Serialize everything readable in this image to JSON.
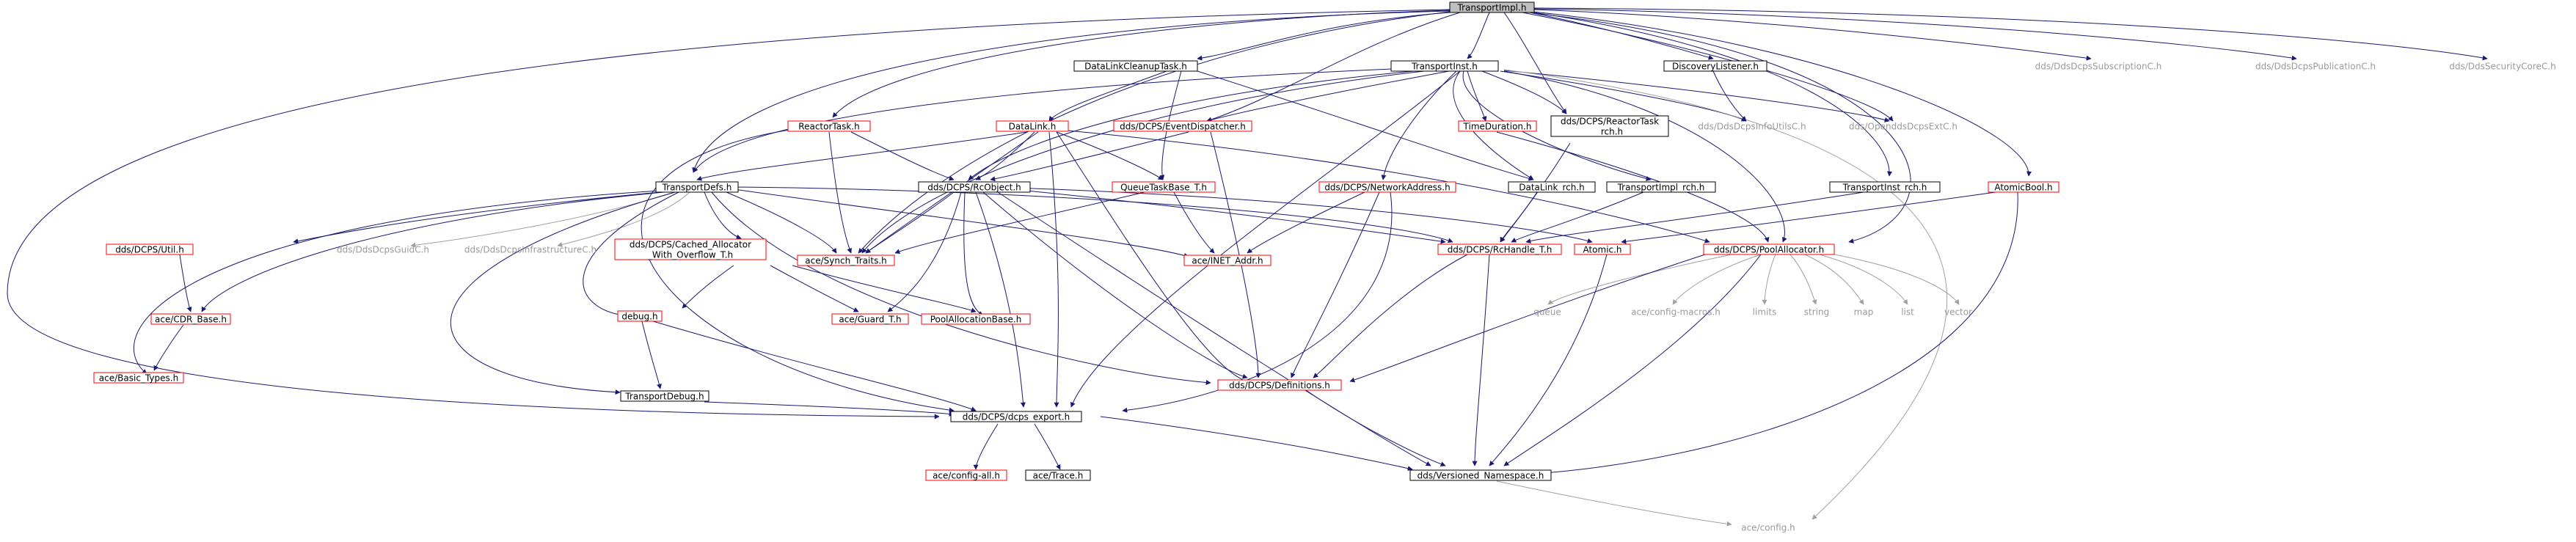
{
  "colors": {
    "root_fill": "#bfbfbf",
    "documented_border": "#000000",
    "incomplete_border": "#ff0000",
    "external_text": "#9a9a9a",
    "edge": "#191970",
    "edge_muted": "#a0a0a0"
  },
  "nodes": [
    {
      "id": "n_root",
      "label": "TransportImpl.h",
      "kind": "root"
    },
    {
      "id": "n_dlct",
      "label": "DataLinkCleanupTask.h",
      "kind": "black"
    },
    {
      "id": "n_tinst",
      "label": "TransportInst.h",
      "kind": "black"
    },
    {
      "id": "n_disc",
      "label": "DiscoveryListener.h",
      "kind": "black"
    },
    {
      "id": "n_subc",
      "label": "dds/DdsDcpsSubscriptionC.h",
      "kind": "gray"
    },
    {
      "id": "n_pubc",
      "label": "dds/DdsDcpsPublicationC.h",
      "kind": "gray"
    },
    {
      "id": "n_secc",
      "label": "dds/DdsSecurityCoreC.h",
      "kind": "gray"
    },
    {
      "id": "n_reactask",
      "label": "ReactorTask.h",
      "kind": "red"
    },
    {
      "id": "n_datalink",
      "label": "DataLink.h",
      "kind": "red"
    },
    {
      "id": "n_evdisp",
      "label": "dds/DCPS/EventDispatcher.h",
      "kind": "red"
    },
    {
      "id": "n_timedur",
      "label": "TimeDuration.h",
      "kind": "red"
    },
    {
      "id": "n_reactrch1",
      "label": "dds/DCPS/ReactorTask",
      "kind": "black"
    },
    {
      "id": "n_reactrch2",
      "label": "_rch.h",
      "kind": "black"
    },
    {
      "id": "n_infoutils",
      "label": "dds/DdsDcpsInfoUtilsC.h",
      "kind": "gray"
    },
    {
      "id": "n_opendds",
      "label": "dds/OpenddsDcpsExtC.h",
      "kind": "gray"
    },
    {
      "id": "n_tdefs",
      "label": "TransportDefs.h",
      "kind": "black"
    },
    {
      "id": "n_rcobj",
      "label": "dds/DCPS/RcObject.h",
      "kind": "black"
    },
    {
      "id": "n_qtask",
      "label": "QueueTaskBase_T.h",
      "kind": "red"
    },
    {
      "id": "n_netaddr",
      "label": "dds/DCPS/NetworkAddress.h",
      "kind": "red"
    },
    {
      "id": "n_dlrch",
      "label": "DataLink_rch.h",
      "kind": "black"
    },
    {
      "id": "n_tirch",
      "label": "TransportImpl_rch.h",
      "kind": "black"
    },
    {
      "id": "n_tinrch",
      "label": "TransportInst_rch.h",
      "kind": "black"
    },
    {
      "id": "n_atomicb",
      "label": "AtomicBool.h",
      "kind": "red"
    },
    {
      "id": "n_util",
      "label": "dds/DCPS/Util.h",
      "kind": "red"
    },
    {
      "id": "n_guidc",
      "label": "dds/DdsDcpsGuidC.h",
      "kind": "gray"
    },
    {
      "id": "n_infrac",
      "label": "dds/DdsDcpsInfrastructureC.h",
      "kind": "gray"
    },
    {
      "id": "n_cached1",
      "label": "dds/DCPS/Cached_Allocator",
      "kind": "red"
    },
    {
      "id": "n_cached2",
      "label": "_With_Overflow_T.h",
      "kind": "red"
    },
    {
      "id": "n_synch",
      "label": "ace/Synch_Traits.h",
      "kind": "red"
    },
    {
      "id": "n_inet",
      "label": "ace/INET_Addr.h",
      "kind": "red"
    },
    {
      "id": "n_rchandle",
      "label": "dds/DCPS/RcHandle_T.h",
      "kind": "red"
    },
    {
      "id": "n_atomic",
      "label": "Atomic.h",
      "kind": "red"
    },
    {
      "id": "n_poolalloc",
      "label": "dds/DCPS/PoolAllocator.h",
      "kind": "red"
    },
    {
      "id": "n_cdr",
      "label": "ace/CDR_Base.h",
      "kind": "red"
    },
    {
      "id": "n_debug",
      "label": "debug.h",
      "kind": "red"
    },
    {
      "id": "n_guard",
      "label": "ace/Guard_T.h",
      "kind": "red"
    },
    {
      "id": "n_poolbase",
      "label": "PoolAllocationBase.h",
      "kind": "red"
    },
    {
      "id": "n_defs",
      "label": "dds/DCPS/Definitions.h",
      "kind": "red"
    },
    {
      "id": "n_queue",
      "label": "queue",
      "kind": "gray"
    },
    {
      "id": "n_acecfgm",
      "label": "ace/config-macros.h",
      "kind": "gray"
    },
    {
      "id": "n_limits",
      "label": "limits",
      "kind": "gray"
    },
    {
      "id": "n_string",
      "label": "string",
      "kind": "gray"
    },
    {
      "id": "n_map",
      "label": "map",
      "kind": "gray"
    },
    {
      "id": "n_list",
      "label": "list",
      "kind": "gray"
    },
    {
      "id": "n_vector",
      "label": "vector",
      "kind": "gray"
    },
    {
      "id": "n_basic",
      "label": "ace/Basic_Types.h",
      "kind": "red"
    },
    {
      "id": "n_tdebug",
      "label": "TransportDebug.h",
      "kind": "black"
    },
    {
      "id": "n_export",
      "label": "dds/DCPS/dcps_export.h",
      "kind": "black"
    },
    {
      "id": "n_cfgall",
      "label": "ace/config-all.h",
      "kind": "red"
    },
    {
      "id": "n_trace",
      "label": "ace/Trace.h",
      "kind": "black"
    },
    {
      "id": "n_versioned",
      "label": "dds/Versioned_Namespace.h",
      "kind": "black"
    },
    {
      "id": "n_acecfg",
      "label": "ace/config.h",
      "kind": "gray"
    }
  ]
}
